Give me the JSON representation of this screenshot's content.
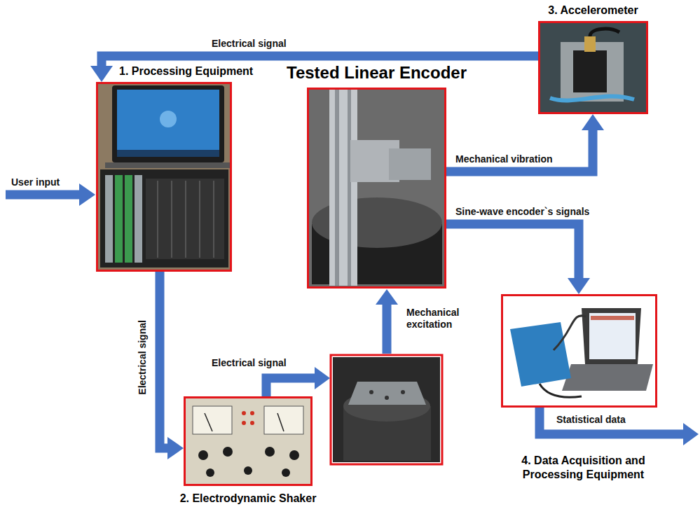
{
  "diagram": {
    "nodes": [
      {
        "text": [
          "1. Processing Equipment"
        ]
      },
      {
        "text": [
          "2. Electrodynamic Shaker"
        ]
      },
      {
        "text": [
          "3. Accelerometer"
        ]
      },
      {
        "text": [
          "4. Data Acquisition and Processing Equipment"
        ]
      },
      {
        "text": [
          "Tested Linear Encoder"
        ]
      }
    ],
    "edges": [
      {
        "from": 2,
        "to": 0,
        "arrow": "to",
        "label": "Electrical signal"
      },
      {
        "from": 0,
        "to": 1,
        "arrow": "to",
        "label": "Electrical signal"
      },
      {
        "from": 4,
        "to": 2,
        "arrow": "to",
        "label": "Mechanical vibration"
      },
      {
        "from": 4,
        "to": 3,
        "arrow": "to",
        "label": "Sine-wave encoder`s signals"
      }
    ],
    "labels": [
      "User input",
      "Electrical signal",
      "Mechanical excitation",
      "Statistical data"
    ]
  }
}
